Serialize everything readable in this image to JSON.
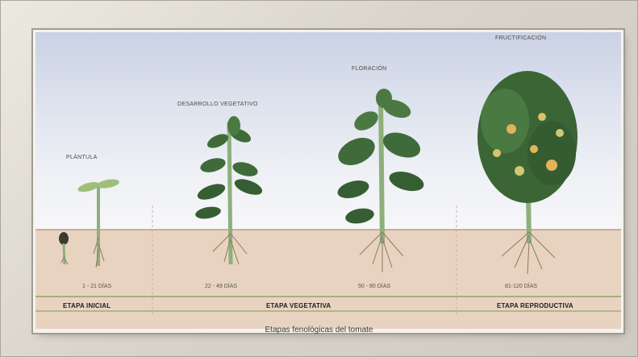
{
  "growth_labels": {
    "plantula": "PLÁNTULA",
    "desarrollo": "DESARROLLO VEGETATIVO",
    "floracion": "FLORACIÓN",
    "fructificacion": "FRUCTIFICACIÓN"
  },
  "day_ranges": [
    "1 - 21 DÍAS",
    "22 - 49 DÍAS",
    "50 - 80 DÍAS",
    "81-120 DÍAS"
  ],
  "stages": [
    "ETAPA INICIAL",
    "ETAPA VEGETATIVA",
    "ETAPA REPRODUCTIVA"
  ],
  "caption": "Etapas fenológicas del tomate",
  "colors": {
    "stem": "#8db07a",
    "leaf": "#3f6b3a",
    "fruit": "#e3b35a",
    "soil": "#e8d3c0",
    "ground_line": "#7d9a55"
  }
}
